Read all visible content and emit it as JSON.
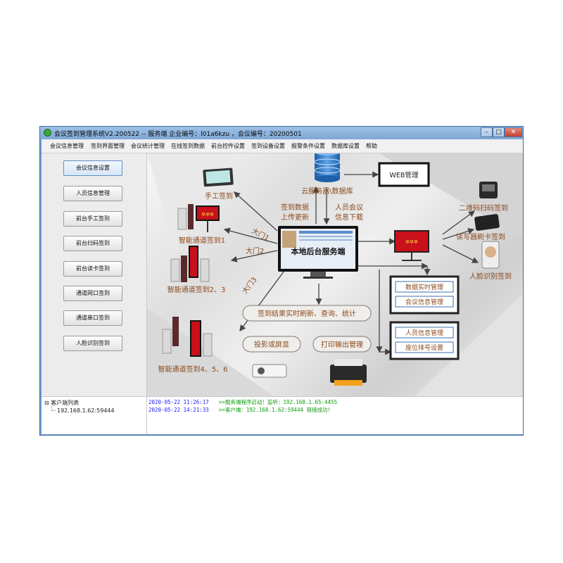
{
  "window": {
    "title": "会议签到管理系统V2.200522 -- 服务端       企业编号：l01a6kzu  ，会议编号：20200501",
    "min_label": "–",
    "max_label": "□",
    "close_label": "✕"
  },
  "menu": [
    "会议信息管理",
    "签到界面管理",
    "会议统计管理",
    "在线签到数据",
    "前台控件设置",
    "签到设备设置",
    "报警条件设置",
    "数据库设置",
    "帮助"
  ],
  "sidebar": {
    "buttons": [
      "会议信息设置",
      "人员信息管理",
      "前台手工签到",
      "前台扫码签到",
      "前台读卡签到",
      "通道网口签到",
      "通道串口签到",
      "人脸识别签到"
    ],
    "active_index": 0
  },
  "tree": {
    "root": "客户端列表",
    "child": "192.168.1.62:59444",
    "toggle": "⊟"
  },
  "log": [
    {
      "time": "2020-05-22 11:26:17",
      "msg": ">>服务端程序启动！监听：192.168.1.65:4455"
    },
    {
      "time": "2020-05-22 14:21:33",
      "msg": ">>客户端：192.168.1.62:59444 链接成功！"
    }
  ],
  "diagram": {
    "center": "本地后台服务端",
    "cloud": "云服务器\\数据库",
    "web": "WEB管理",
    "upload": [
      "签到数据",
      "上传更新"
    ],
    "download": [
      "人员会议",
      "信息下载"
    ],
    "manual": "手工签到",
    "gate1": "智能通道签到1",
    "gate23": "智能通道签到2、3",
    "gate456": "智能通道签到4、5、6",
    "door1": "大门1",
    "door2": "大门2",
    "door3": "大门3",
    "qr": "二维码扫码签到",
    "card": "读写器刷卡签到",
    "face": "人脸识别签到",
    "realtime": "签到结果实时刷新、查询、统计",
    "projection": "投影或屏显",
    "print": "打印输出管理",
    "data_mgmt": "数据实时管理",
    "meeting_mgmt": "会议信息管理",
    "person_mgmt": "人员信息管理",
    "seat": "座位排号设置",
    "banner": "早早早"
  },
  "colors": {
    "label_brown": "#8b4a1e",
    "box_border": "#3b6fb0",
    "arrow": "#444444",
    "log_time": "#1a1aff",
    "log_msg": "#0d9c0d"
  }
}
